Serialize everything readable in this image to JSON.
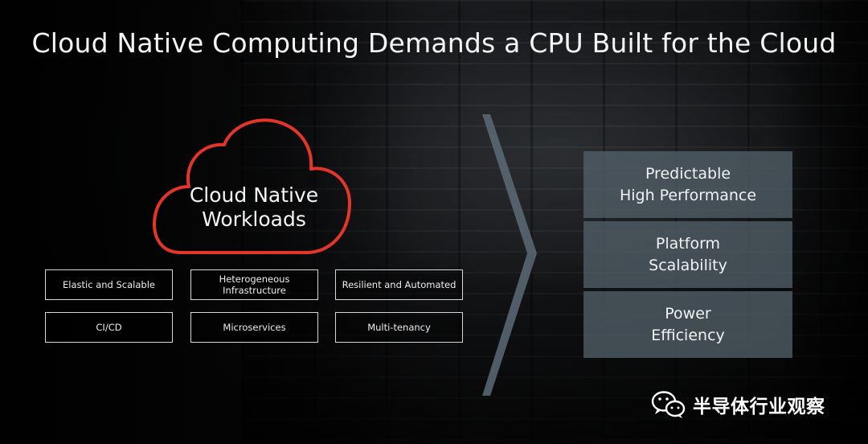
{
  "slide": {
    "title": "Cloud Native Computing Demands a CPU Built for the Cloud",
    "cloud": {
      "line1": "Cloud Native",
      "line2": "Workloads",
      "outline_color": "#e2362b"
    },
    "attributes": [
      "Elastic and Scalable",
      "Heterogeneous Infrastructure",
      "Resilient and Automated",
      "CI/CD",
      "Microservices",
      "Multi-tenancy"
    ],
    "requirements": [
      {
        "line1": "Predictable",
        "line2": "High Performance"
      },
      {
        "line1": "Platform",
        "line2": "Scalability"
      },
      {
        "line1": "Power",
        "line2": "Efficiency"
      }
    ],
    "panel_color": "#525f68",
    "watermark": {
      "icon": "wechat-icon",
      "text": "半导体行业观察"
    }
  }
}
